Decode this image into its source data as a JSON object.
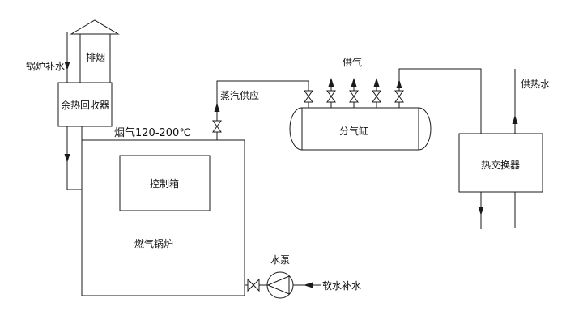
{
  "diagram": {
    "type": "gas-boiler-steam-system-schematic",
    "colors": {
      "line": "#1a1a1a",
      "background": "#ffffff"
    },
    "components": {
      "chimney": {
        "label": "排烟"
      },
      "boiler_makeup": {
        "label": "锅炉补水"
      },
      "waste_heat_recovery": {
        "label": "余热回收器"
      },
      "flue_gas": {
        "label": "烟气120-200℃"
      },
      "gas_boiler": {
        "label": "燃气锅炉"
      },
      "control_box": {
        "label": "控制箱"
      },
      "steam_supply": {
        "label": "蒸汽供应"
      },
      "steam_header": {
        "label": "分气缸",
        "outlet_valve_count": "5"
      },
      "gas_outlets": {
        "label": "供气"
      },
      "heat_exchanger": {
        "label": "热交换器"
      },
      "hot_water": {
        "label": "供热水"
      },
      "water_pump": {
        "label": "水泵"
      },
      "soft_water_makeup": {
        "label": "软水补水"
      }
    }
  }
}
